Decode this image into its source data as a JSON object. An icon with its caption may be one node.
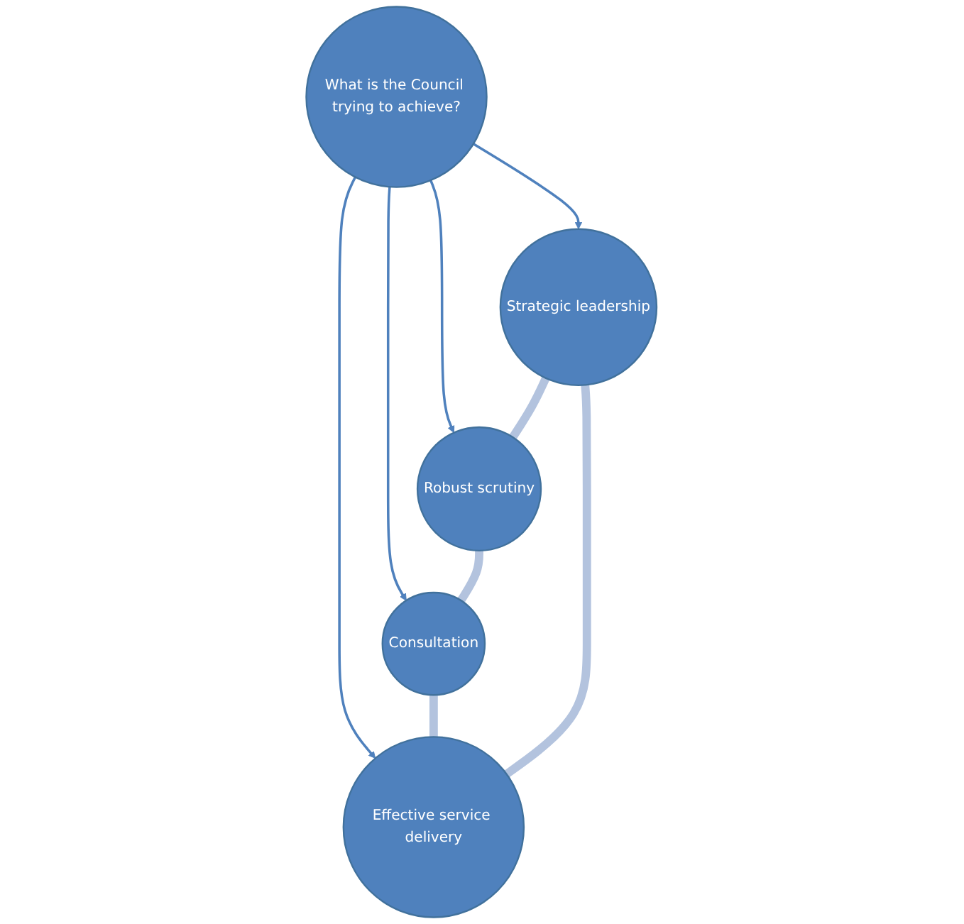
{
  "diagram": {
    "nodes": [
      {
        "text": [
          "Strategic leadership"
        ]
      },
      {
        "text": [
          "Effective service delivery"
        ]
      },
      {
        "text": [
          "What is the Council trying to achieve?"
        ]
      },
      {
        "text": [
          "Robust scrutiny"
        ]
      },
      {
        "text": [
          "Consultation"
        ]
      }
    ],
    "edges": [
      {
        "from": 2,
        "to": 0,
        "arrow": "to"
      },
      {
        "from": 2,
        "to": 1,
        "arrow": "to"
      },
      {
        "from": 2,
        "to": 3,
        "arrow": "to"
      },
      {
        "from": 2,
        "to": 4,
        "arrow": "to"
      },
      {
        "from": 0,
        "to": 3,
        "arrow": "none",
        "style": "thick",
        "color": "#b3c3de"
      },
      {
        "from": 3,
        "to": 4,
        "arrow": "none",
        "style": "thick",
        "color": "#b3c3de"
      },
      {
        "from": 4,
        "to": 1,
        "arrow": "none",
        "style": "thick",
        "color": "#b3c3de"
      },
      {
        "from": 1,
        "to": 0,
        "arrow": "none",
        "style": "thick",
        "color": "#b3c3de"
      }
    ]
  }
}
